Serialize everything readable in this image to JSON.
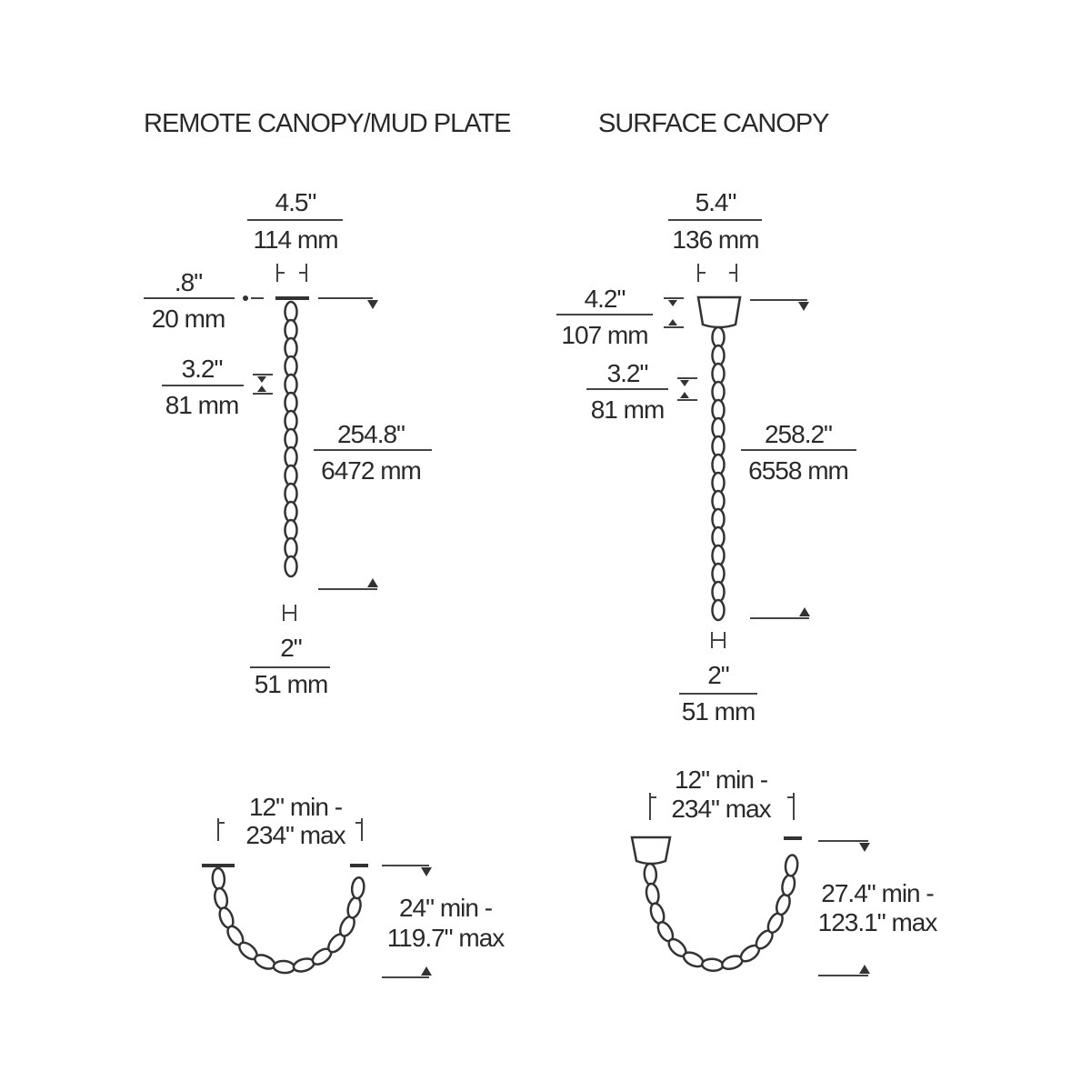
{
  "left": {
    "title": "REMOTE CANOPY/MUD PLATE",
    "canopy_width": {
      "in": "4.5\"",
      "mm": "114 mm"
    },
    "canopy_height": {
      "in": ".8\"",
      "mm": "20 mm"
    },
    "link_length": {
      "in": "3.2\"",
      "mm": "81 mm"
    },
    "overall_length": {
      "in": "254.8\"",
      "mm": "6472 mm"
    },
    "link_width": {
      "in": "2\"",
      "mm": "51 mm"
    },
    "loop_width": {
      "line1": "12\" min -",
      "line2": "234\" max"
    },
    "loop_drop": {
      "line1": "24\" min -",
      "line2": "119.7\" max"
    }
  },
  "right": {
    "title": "SURFACE CANOPY",
    "canopy_width": {
      "in": "5.4\"",
      "mm": "136 mm"
    },
    "canopy_height": {
      "in": "4.2\"",
      "mm": "107 mm"
    },
    "link_length": {
      "in": "3.2\"",
      "mm": "81 mm"
    },
    "overall_length": {
      "in": "258.2\"",
      "mm": "6558 mm"
    },
    "link_width": {
      "in": "2\"",
      "mm": "51 mm"
    },
    "loop_width": {
      "line1": "12\" min -",
      "line2": "234\" max"
    },
    "loop_drop": {
      "line1": "27.4\" min -",
      "line2": "123.1\" max"
    }
  }
}
